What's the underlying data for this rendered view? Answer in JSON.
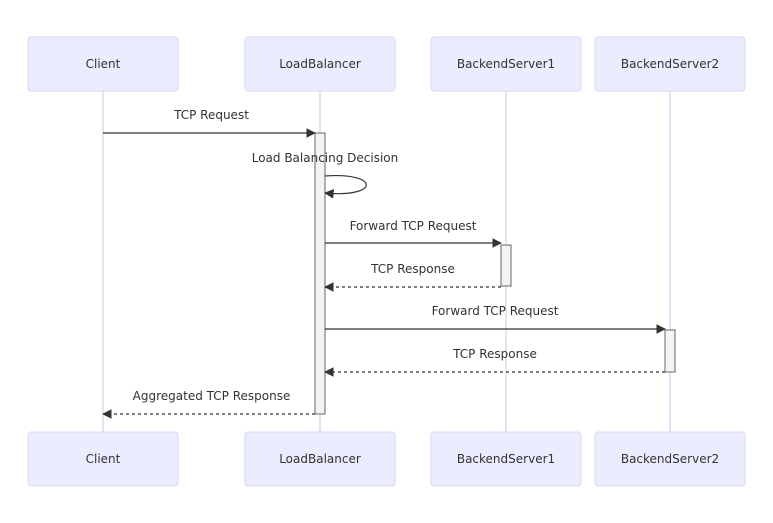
{
  "participants": [
    {
      "id": "client",
      "label": "Client"
    },
    {
      "id": "lb",
      "label": "LoadBalancer"
    },
    {
      "id": "b1",
      "label": "BackendServer1"
    },
    {
      "id": "b2",
      "label": "BackendServer2"
    }
  ],
  "messages": [
    {
      "from": "client",
      "to": "lb",
      "label": "TCP Request",
      "style": "solid"
    },
    {
      "from": "lb",
      "to": "lb",
      "label": "Load Balancing Decision",
      "style": "solid"
    },
    {
      "from": "lb",
      "to": "b1",
      "label": "Forward TCP Request",
      "style": "solid"
    },
    {
      "from": "b1",
      "to": "lb",
      "label": "TCP Response",
      "style": "dashed"
    },
    {
      "from": "lb",
      "to": "b2",
      "label": "Forward TCP Request",
      "style": "solid"
    },
    {
      "from": "b2",
      "to": "lb",
      "label": "TCP Response",
      "style": "dashed"
    },
    {
      "from": "lb",
      "to": "client",
      "label": "Aggregated TCP Response",
      "style": "dashed"
    }
  ],
  "colors": {
    "actor_fill": "#ececff",
    "actor_stroke": "#d7d7f7",
    "lifeline": "#c9c9ef",
    "arrow": "#333333",
    "activation_fill": "#f4f4f4"
  }
}
